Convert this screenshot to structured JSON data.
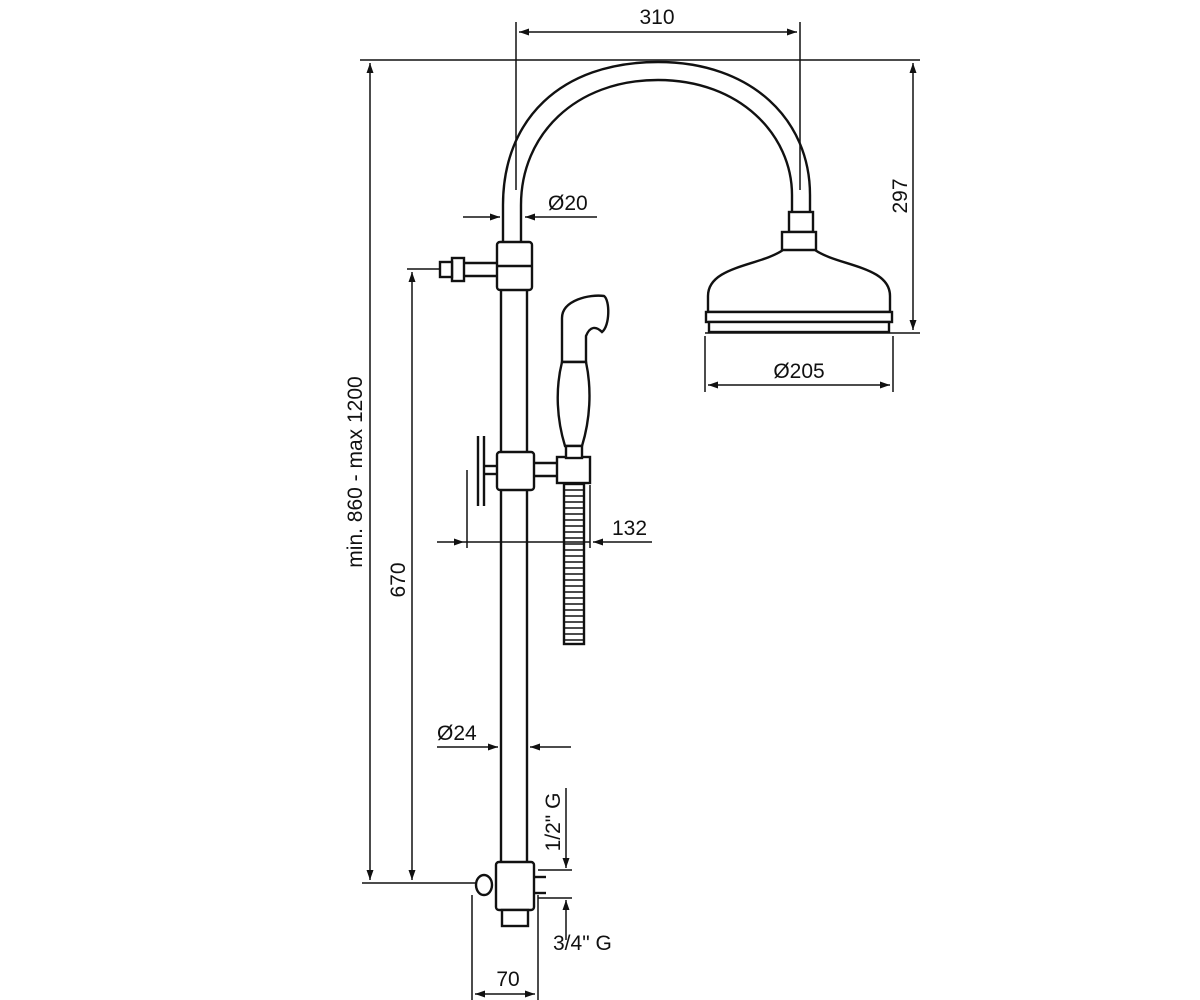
{
  "dimensions": {
    "arm_width": "310",
    "head_height": "297",
    "arm_diameter": "Ø20",
    "head_diameter": "Ø205",
    "hand_offset": "132",
    "riser_diameter": "Ø24",
    "total_height": "min. 860 - max 1200",
    "riser_height": "670",
    "inlet_thread": "1/2\" G",
    "outlet_thread": "3/4\" G",
    "base_width": "70"
  }
}
